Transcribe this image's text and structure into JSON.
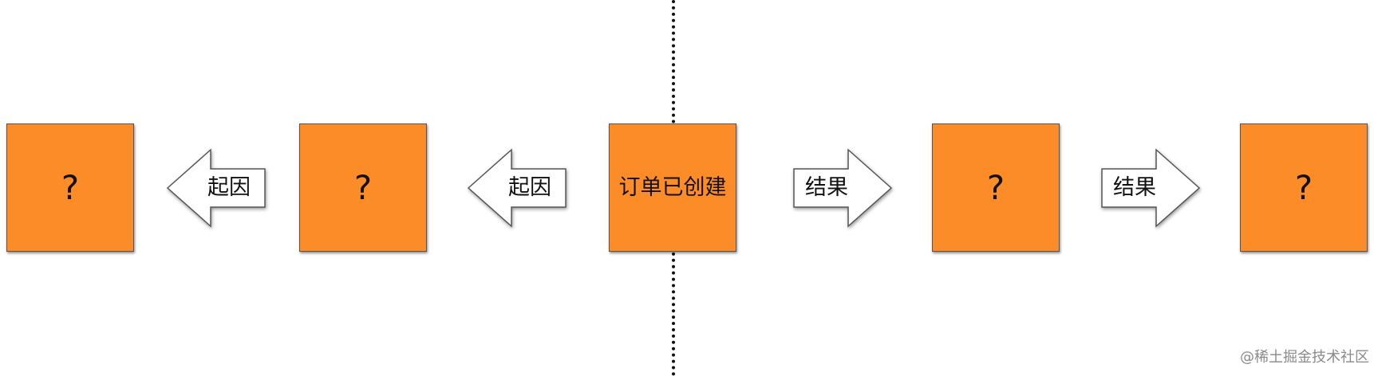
{
  "nodes": {
    "n1": {
      "label": "?"
    },
    "n2": {
      "label": "?"
    },
    "center": {
      "label": "订单已创建"
    },
    "n4": {
      "label": "?"
    },
    "n5": {
      "label": "?"
    }
  },
  "edges": {
    "cause_1": {
      "label": "起因"
    },
    "cause_2": {
      "label": "起因"
    },
    "result_1": {
      "label": "结果"
    },
    "result_2": {
      "label": "结果"
    }
  },
  "colors": {
    "box_fill": "#fb8c28",
    "arrow_fill": "#ffffff",
    "line": "#555555"
  },
  "watermark": "@稀土掘金技术社区"
}
